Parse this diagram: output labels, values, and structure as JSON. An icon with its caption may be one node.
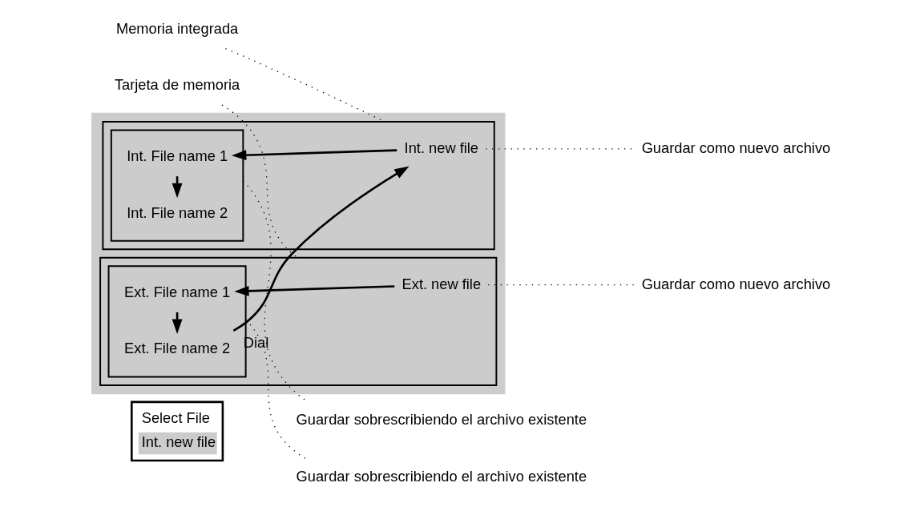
{
  "diagram": {
    "nodes": [
      {
        "text": [
          "Select File",
          "Int. new file"
        ]
      },
      {
        "text": [],
        "shape": "box"
      },
      {
        "text": [],
        "shape": "bracket",
        "in": 1
      },
      {
        "text": [
          "Int. new file"
        ],
        "in": 2
      },
      {
        "text": [],
        "shape": "bracket",
        "in": 2
      },
      {
        "text": [
          "Int. File name 1"
        ],
        "in": 4
      },
      {
        "text": [
          "Int. File name 2"
        ],
        "in": 4
      },
      {
        "text": [],
        "shape": "bracket",
        "in": 1
      },
      {
        "text": [
          "Ext. new file"
        ],
        "in": 7
      },
      {
        "text": [],
        "shape": "bracket",
        "in": 7
      },
      {
        "text": [
          "Ext. File name 1"
        ],
        "in": 9
      },
      {
        "text": [
          "Ext. File name 2"
        ],
        "in": 9
      },
      {
        "text": [
          "Memoria integrada"
        ]
      },
      {
        "text": [
          "Guardar como nuevo archivo"
        ]
      },
      {
        "text": [
          "Guardar sobrescribiendo el archivo existente"
        ]
      },
      {
        "text": [
          "Tarjeta de memoria"
        ]
      },
      {
        "text": [
          "Guardar como nuevo archivo"
        ]
      },
      {
        "text": [
          "Guardar sobrescribiendo el archivo existente"
        ]
      }
    ],
    "edges": [
      {
        "from": 3,
        "to": 5,
        "arrow": "to"
      },
      {
        "from": 5,
        "to": 6,
        "arrow": "to"
      },
      {
        "from": 8,
        "to": 10,
        "arrow": "to"
      },
      {
        "from": 10,
        "to": 11,
        "arrow": "to"
      },
      {
        "from": 11,
        "to": 3,
        "arrow": "to",
        "label": "Dial"
      },
      {
        "from": 12,
        "to": 2,
        "arrow": "none",
        "style": "dashed"
      },
      {
        "from": 3,
        "to": 13,
        "arrow": "none",
        "style": "dashed"
      },
      {
        "from": 4,
        "to": 14,
        "arrow": "none",
        "style": "dashed"
      },
      {
        "from": 15,
        "to": 7,
        "arrow": "none",
        "style": "dashed"
      },
      {
        "from": 8,
        "to": 16,
        "arrow": "none",
        "style": "dashed"
      },
      {
        "from": 9,
        "to": 17,
        "arrow": "none",
        "style": "dashed"
      }
    ]
  }
}
